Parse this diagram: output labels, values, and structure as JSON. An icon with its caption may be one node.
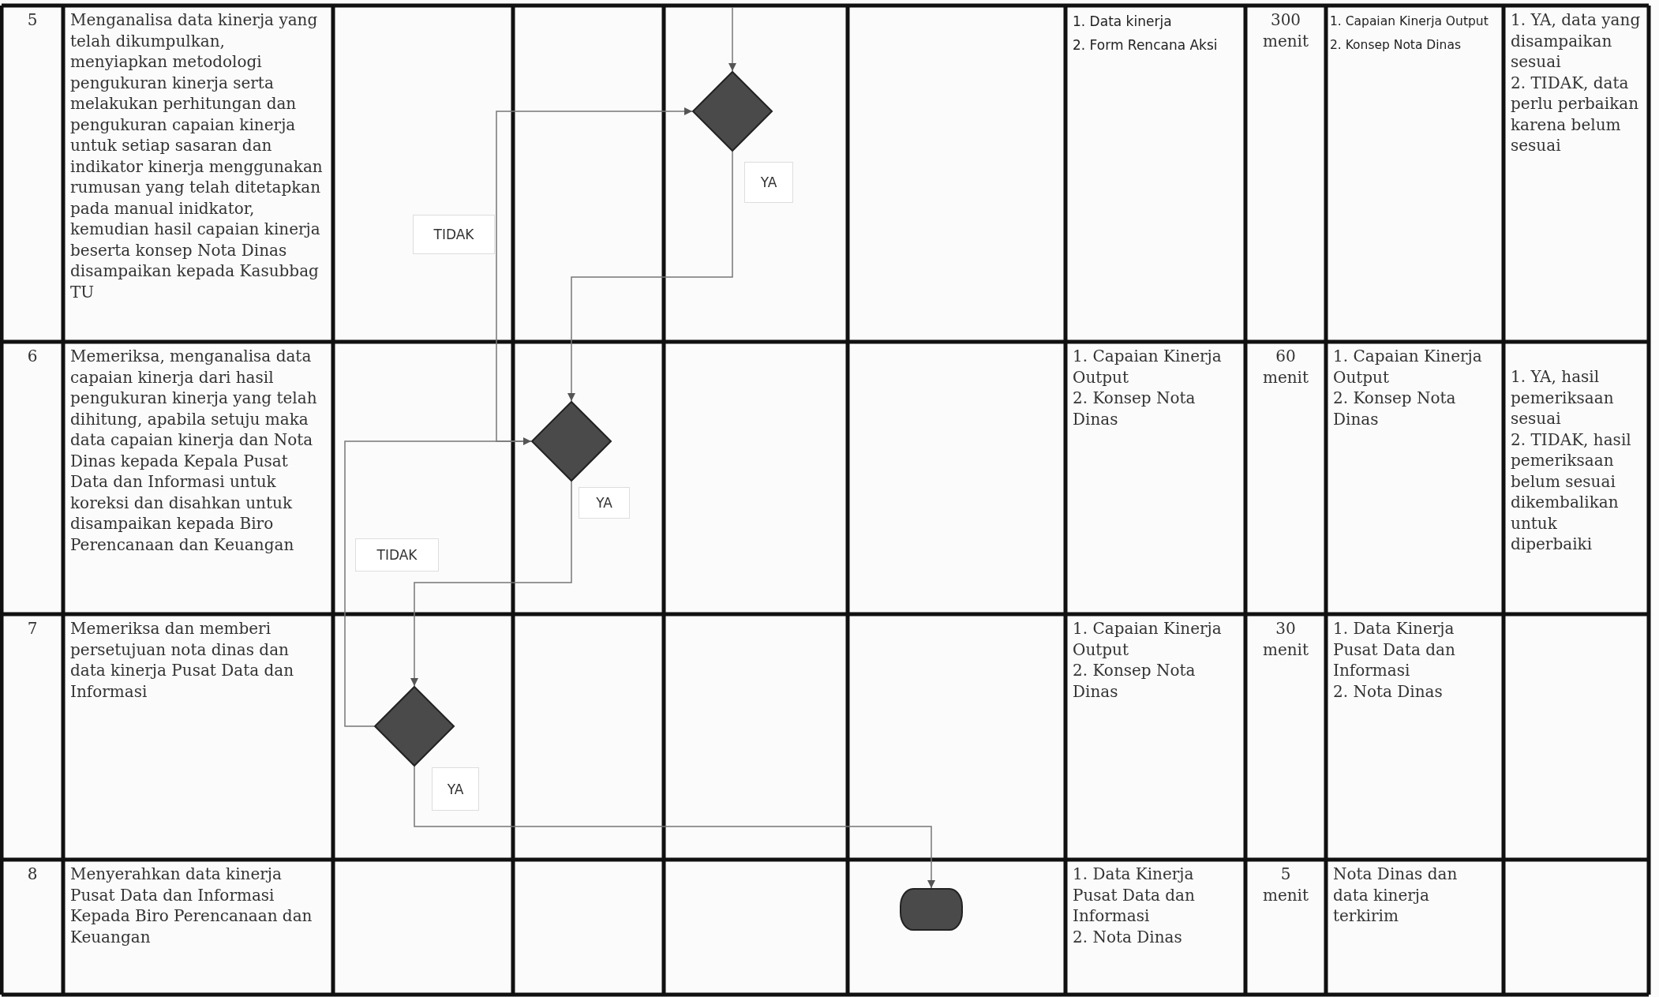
{
  "diagram": {
    "nodes": [
      {
        "text": [],
        "shape": "diamond"
      },
      {
        "text": [],
        "shape": "diamond"
      },
      {
        "text": [],
        "shape": "diamond"
      },
      {
        "text": [],
        "shape": "oval"
      }
    ],
    "edges": [
      {
        "from": null,
        "to": 0,
        "arrow": "to"
      },
      {
        "from": 0,
        "to": 1,
        "arrow": "to",
        "label": "YA"
      },
      {
        "from": 1,
        "to": 0,
        "arrow": "to",
        "label": "TIDAK"
      },
      {
        "from": 2,
        "to": 1,
        "arrow": "to",
        "label": "TIDAK"
      },
      {
        "from": 1,
        "to": 2,
        "arrow": "to",
        "label": "YA"
      },
      {
        "from": 2,
        "to": 3,
        "arrow": "to",
        "label": "YA"
      }
    ],
    "labels": [
      "5",
      "Menganalisa data kinerja yang telah dikumpulkan, menyiapkan metodologi pengukuran kinerja serta melakukan perhitungan dan pengukuran capaian kinerja untuk setiap sasaran dan indikator kinerja menggunakan rumusan yang telah ditetapkan pada manual inidkator, kemudian hasil capaian kinerja beserta konsep Nota Dinas disampaikan kepada Kasubbag TU",
      "1. Data kinerja",
      "2. Form Rencana Aksi",
      "300 menit",
      "1. Capaian Kinerja Output",
      "2. Konsep Nota Dinas",
      "1. YA, data yang disampaikan sesuai",
      "2. TIDAK, data perlu perbaikan karena belum sesuai",
      "6",
      "Memeriksa, menganalisa data capaian kinerja dari hasil pengukuran kinerja yang telah dihitung, apabila setuju maka data capaian kinerja dan Nota Dinas kepada Kepala Pusat Data dan Informasi untuk koreksi dan disahkan untuk disampaikan kepada Biro Perencanaan dan Keuangan",
      "1. Capaian Kinerja Output",
      "2. Konsep Nota Dinas",
      "60 menit",
      "1. Capaian Kinerja Output",
      "2. Konsep Nota Dinas",
      "1. YA, hasil pemeriksaan sesuai",
      "2. TIDAK, hasil pemeriksaan belum sesuai dikembalikan untuk diperbaiki",
      "7",
      "Memeriksa dan memberi persetujuan nota dinas dan data kinerja Pusat Data dan Informasi",
      "1. Capaian Kinerja Output",
      "2. Konsep Nota Dinas",
      "30 menit",
      "1. Data Kinerja Pusat Data dan Informasi",
      "2. Nota Dinas",
      "8",
      "Menyerahkan data kinerja Pusat Data dan Informasi Kepada Biro Perencanaan dan Keuangan",
      "1. Data Kinerja Pusat Data dan Informasi",
      "2. Nota Dinas",
      "5 menit",
      "Nota Dinas dan data kinerja terkirim"
    ]
  }
}
